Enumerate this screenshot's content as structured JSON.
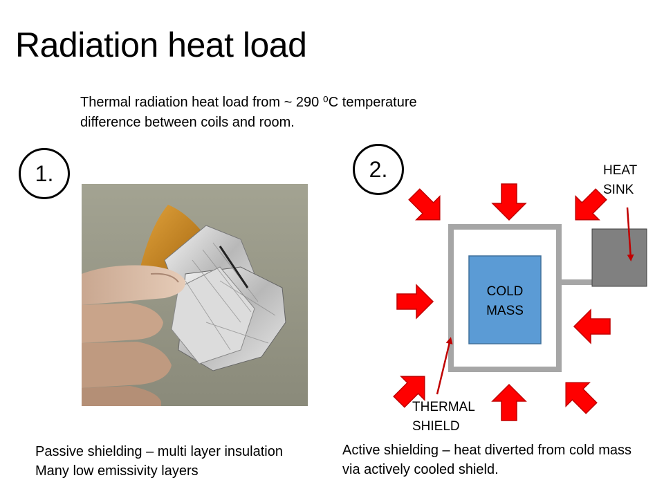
{
  "slide": {
    "title": "Radiation heat load",
    "intro_line1": "Thermal radiation heat load from ~ 290 ⁰C temperature",
    "intro_line2": "difference between coils and room."
  },
  "left_panel": {
    "step_number": "1.",
    "photo_icon": "multi-layer-insulation-photo",
    "caption_line1": "Passive shielding – multi layer insulation",
    "caption_line2": "Many low emissivity layers"
  },
  "right_panel": {
    "step_number": "2.",
    "heat_sink_line1": "HEAT",
    "heat_sink_line2": "SINK",
    "cold_mass_line1": "COLD",
    "cold_mass_line2": "MASS",
    "thermal_shield_line1": "THERMAL",
    "thermal_shield_line2": "SHIELD",
    "caption_line1": "Active shielding – heat diverted from cold mass",
    "caption_line2": "via actively cooled shield."
  },
  "colors": {
    "arrow_fill": "#ff0000",
    "arrow_stroke": "#c00000",
    "cold_mass": "#5b9bd5",
    "cold_mass_border": "#41719c",
    "shield_gray": "#a6a6a6",
    "heat_sink": "#808080",
    "pointer_arrow": "#c00000"
  }
}
